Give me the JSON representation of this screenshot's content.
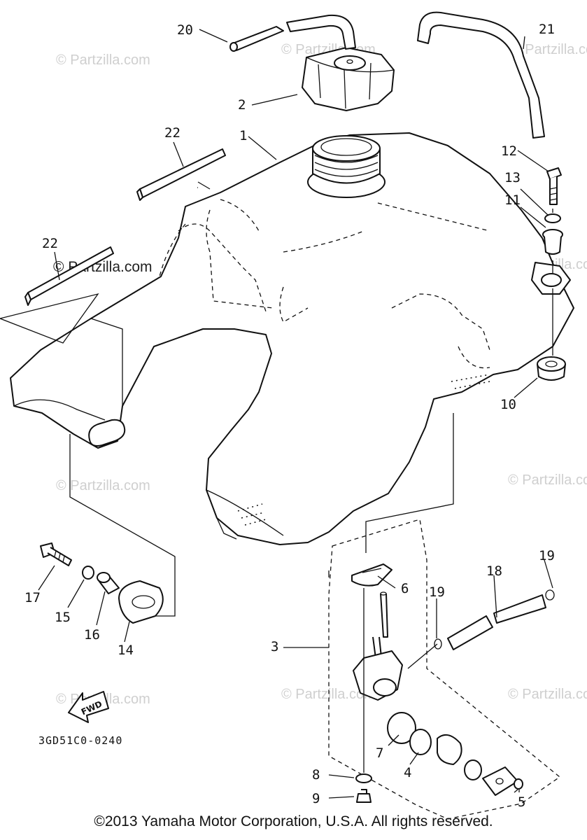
{
  "watermark": "© Partzilla.com",
  "diagram_code": "3GD51C0-0240",
  "fwd_label": "FWD",
  "copyright": "©2013 Yamaha Motor Corporation, U.S.A. All rights reserved.",
  "callouts": {
    "c1": "1",
    "c2": "2",
    "c3": "3",
    "c4": "4",
    "c5": "5",
    "c6": "6",
    "c7": "7",
    "c8": "8",
    "c9": "9",
    "c10": "10",
    "c11": "11",
    "c12": "12",
    "c13": "13",
    "c14": "14",
    "c15": "15",
    "c16": "16",
    "c17": "17",
    "c18": "18",
    "c19a": "19",
    "c19b": "19",
    "c20": "20",
    "c21": "21",
    "c22a": "22",
    "c22b": "22"
  }
}
